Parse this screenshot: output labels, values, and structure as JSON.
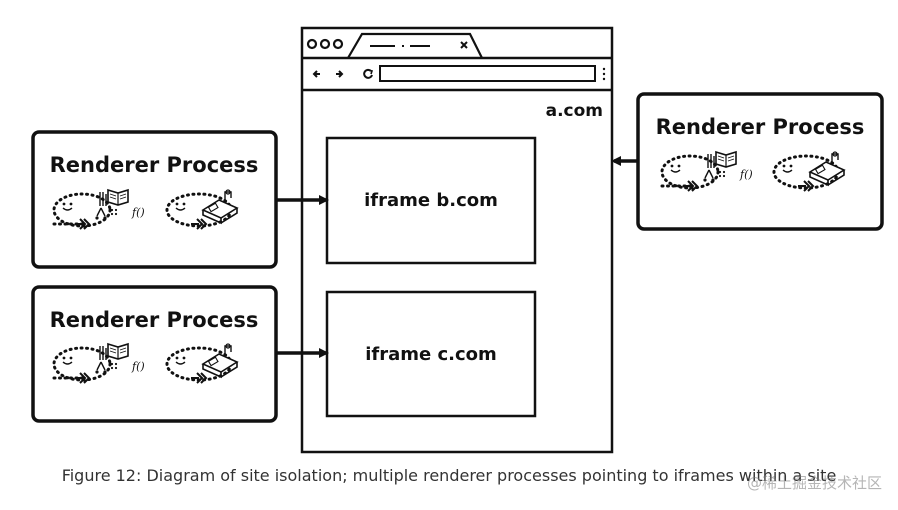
{
  "browser": {
    "site_label": "a.com",
    "iframes": [
      {
        "label": "iframe b.com"
      },
      {
        "label": "iframe c.com"
      }
    ]
  },
  "processes": [
    {
      "title": "Renderer Process"
    },
    {
      "title": "Renderer Process"
    },
    {
      "title": "Renderer Process"
    }
  ],
  "icon_glyphs": {
    "function": "f()"
  },
  "caption": "Figure 12: Diagram of site isolation; multiple renderer processes pointing to iframes within a site",
  "watermark": "@稀土掘金技术社区"
}
